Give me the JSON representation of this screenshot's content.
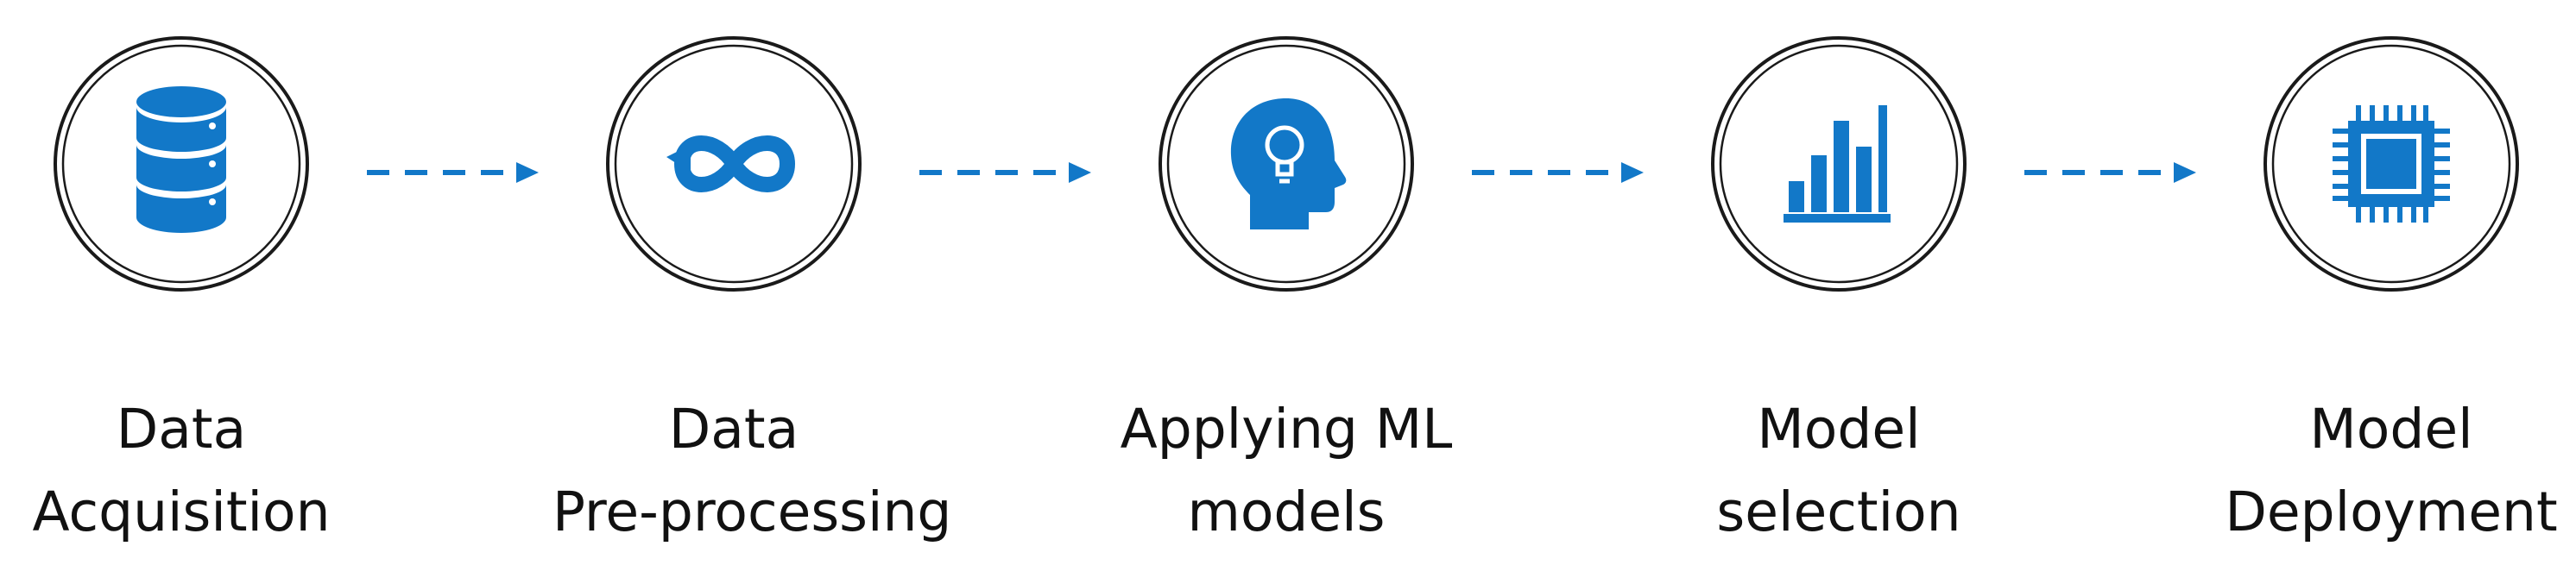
{
  "colors": {
    "accent": "#1278c8",
    "ring": "#1a1a1a",
    "text": "#111111"
  },
  "stages": [
    {
      "line1": "Data",
      "line2": "Acquisition",
      "icon": "database-icon"
    },
    {
      "line1": "Data",
      "line2": "Pre-processing",
      "icon": "infinity-loop-icon"
    },
    {
      "line1": "Applying ML",
      "line2": "models",
      "icon": "head-lightbulb-icon"
    },
    {
      "line1": "Model",
      "line2": "selection",
      "icon": "bar-chart-icon"
    },
    {
      "line1": "Model",
      "line2": "Deployment",
      "icon": "cpu-chip-icon"
    }
  ]
}
